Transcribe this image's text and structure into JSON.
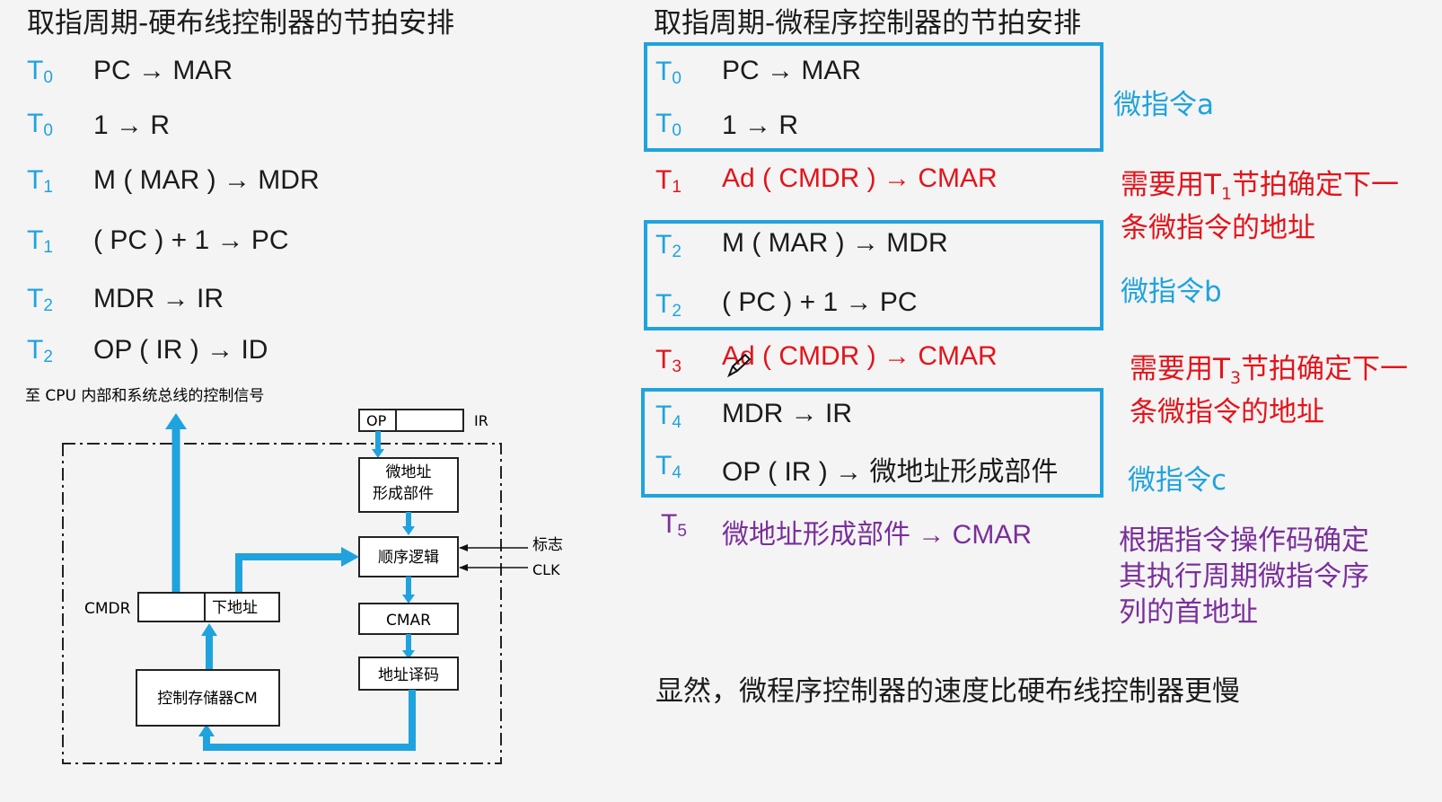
{
  "left": {
    "title": "取指周期-硬布线控制器的节拍安排",
    "rows": [
      {
        "t": "T",
        "sub": "0",
        "op": "PC → MAR"
      },
      {
        "t": "T",
        "sub": "0",
        "op": "1 → R"
      },
      {
        "t": "T",
        "sub": "1",
        "op": "M ( MAR ) → MDR"
      },
      {
        "t": "T",
        "sub": "1",
        "op": "( PC ) + 1 → PC"
      },
      {
        "t": "T",
        "sub": "2",
        "op": "MDR → IR"
      },
      {
        "t": "T",
        "sub": "2",
        "op": "OP ( IR ) → ID"
      }
    ]
  },
  "right": {
    "title": "取指周期-微程序控制器的节拍安排",
    "rows": [
      {
        "t": "T",
        "sub": "0",
        "op": "PC → MAR"
      },
      {
        "t": "T",
        "sub": "0",
        "op": "1 → R"
      },
      {
        "t": "T",
        "sub": "1",
        "op": "Ad ( CMDR ) → CMAR"
      },
      {
        "t": "T",
        "sub": "2",
        "op": "M ( MAR ) → MDR"
      },
      {
        "t": "T",
        "sub": "2",
        "op": "( PC ) + 1 → PC"
      },
      {
        "t": "T",
        "sub": "3",
        "op": "Ad ( CMDR ) → CMAR"
      },
      {
        "t": "T",
        "sub": "4",
        "op": "MDR → IR"
      },
      {
        "t": "T",
        "sub": "4",
        "op": "OP ( IR ) → 微地址形成部件"
      },
      {
        "t": "T",
        "sub": "5",
        "op": "微地址形成部件 → CMAR"
      }
    ],
    "micro_labels": [
      "微指令a",
      "微指令b",
      "微指令c"
    ],
    "note_t1": {
      "pre": "需要用T",
      "sub": "1",
      "post": "节拍确定下一条微指令的地址"
    },
    "note_t3": {
      "pre": "需要用T",
      "sub": "3",
      "post": "节拍确定下一条微指令的地址"
    },
    "note_t5": "根据指令操作码确定其执行周期微指令序列的首地址",
    "conclusion": "显然，微程序控制器的速度比硬布线控制器更慢"
  },
  "diagram": {
    "top_label": "至 CPU 内部和系统总线的控制信号",
    "op": "OP",
    "ir": "IR",
    "micro_addr_unit": [
      "微地址",
      "形成部件"
    ],
    "seq_logic": "顺序逻辑",
    "flag": "标志",
    "clk": "CLK",
    "cmdr": "CMDR",
    "next_addr": "下地址",
    "cmar": "CMAR",
    "addr_decode": "地址译码",
    "cm": "控制存储器CM"
  },
  "colors": {
    "accent": "#1fa3de",
    "red": "#e3141b",
    "purple": "#7a2f9b"
  }
}
